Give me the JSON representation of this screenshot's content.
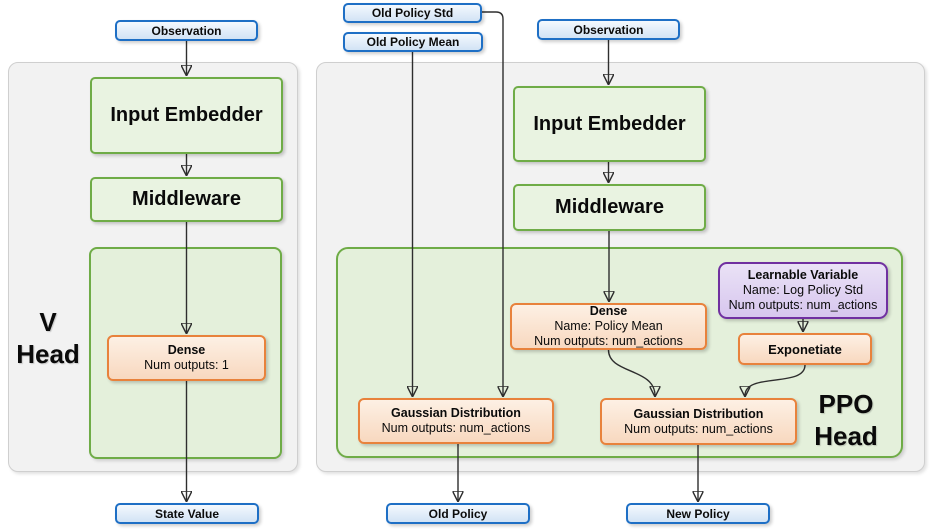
{
  "v_head": {
    "panel_label": {
      "line1": "V",
      "line2": "Head"
    },
    "observation": "Observation",
    "input_embedder": "Input Embedder",
    "middleware": "Middleware",
    "dense": {
      "title": "Dense",
      "lines": [
        "Num outputs: 1"
      ]
    },
    "state_value": "State Value"
  },
  "ppo_head": {
    "panel_label": {
      "line1": "PPO",
      "line2": "Head"
    },
    "old_policy_std": "Old Policy Std",
    "old_policy_mean": "Old Policy Mean",
    "observation": "Observation",
    "input_embedder": "Input Embedder",
    "middleware": "Middleware",
    "dense": {
      "title": "Dense",
      "lines": [
        "Name: Policy Mean",
        "Num outputs: num_actions"
      ]
    },
    "learnable_variable": {
      "title": "Learnable Variable",
      "lines": [
        "Name: Log Policy Std",
        "Num outputs: num_actions"
      ]
    },
    "exponetiate": "Exponetiate",
    "gaussian_distribution_old": {
      "title": "Gaussian Distribution",
      "lines": [
        "Num outputs: num_actions"
      ]
    },
    "gaussian_distribution_new": {
      "title": "Gaussian Distribution",
      "lines": [
        "Num outputs: num_actions"
      ]
    },
    "old_policy": "Old Policy",
    "new_policy": "New Policy"
  },
  "colors": {
    "io_border": "#1e6fc5",
    "io_fill_top": "#f4f9fe",
    "io_fill_bottom": "#d2e3f5",
    "green_border": "#6fac47",
    "green_container_fill": "#e4f0db",
    "green_node_fill": "#e9f3e1",
    "orange_border": "#e8823c",
    "orange_fill_top": "#fdf0e4",
    "orange_fill_bottom": "#f8d8bf",
    "purple_border": "#7030a0",
    "purple_fill_top": "#eae2f6",
    "purple_fill_bottom": "#d7c6ee",
    "panel_fill": "#f2f2f2",
    "panel_border": "#cfcfcf",
    "connector": "#2e2e2e"
  }
}
